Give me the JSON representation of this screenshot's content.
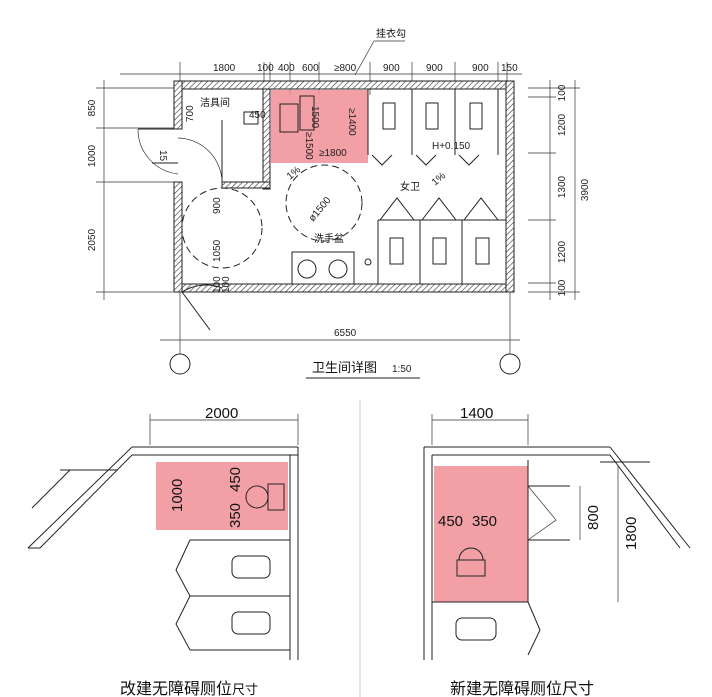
{
  "plan": {
    "hook_label": "挂衣勾",
    "top_dims": [
      "1800",
      "100",
      "400",
      "600",
      "≥800",
      "900",
      "900",
      "900",
      "150"
    ],
    "right_dims": [
      "100",
      "1200",
      "1300",
      "1200",
      "100"
    ],
    "right_total": "3900",
    "left_dims": [
      "850",
      "1000",
      "2050"
    ],
    "janitor_label": "洁具间",
    "dim_700": "700",
    "dim_450": "450",
    "dim_1500_a": "1500",
    "dim_1500_b": "≥1500",
    "dim_1400": "≥1400",
    "dim_1800": "≥1800",
    "level_label": "H+0.150",
    "slope_1": "1%",
    "slope_2": "1%",
    "room_label": "女卫",
    "circle_label": "ø1500",
    "basin_label": "洗手盆",
    "door_15": "15",
    "dim_900": "900",
    "dim_1050": "1050",
    "dim_100a": "100",
    "dim_100b": "100",
    "bottom_dim": "6550",
    "title": "卫生间详图",
    "scale": "1:50"
  },
  "left_detail": {
    "top_dim": "2000",
    "side_dim": "1000",
    "v_dims": [
      "350",
      "450"
    ],
    "caption_main": "改建无障碍厕位",
    "caption_small": "尺寸"
  },
  "right_detail": {
    "top_dim": "1400",
    "h_dims": [
      "450",
      "350"
    ],
    "door_dim": "800",
    "side_dim": "1800",
    "caption": "新建无障碍厕位尺寸"
  },
  "colors": {
    "highlight": "#f08f96",
    "line": "#222222"
  }
}
